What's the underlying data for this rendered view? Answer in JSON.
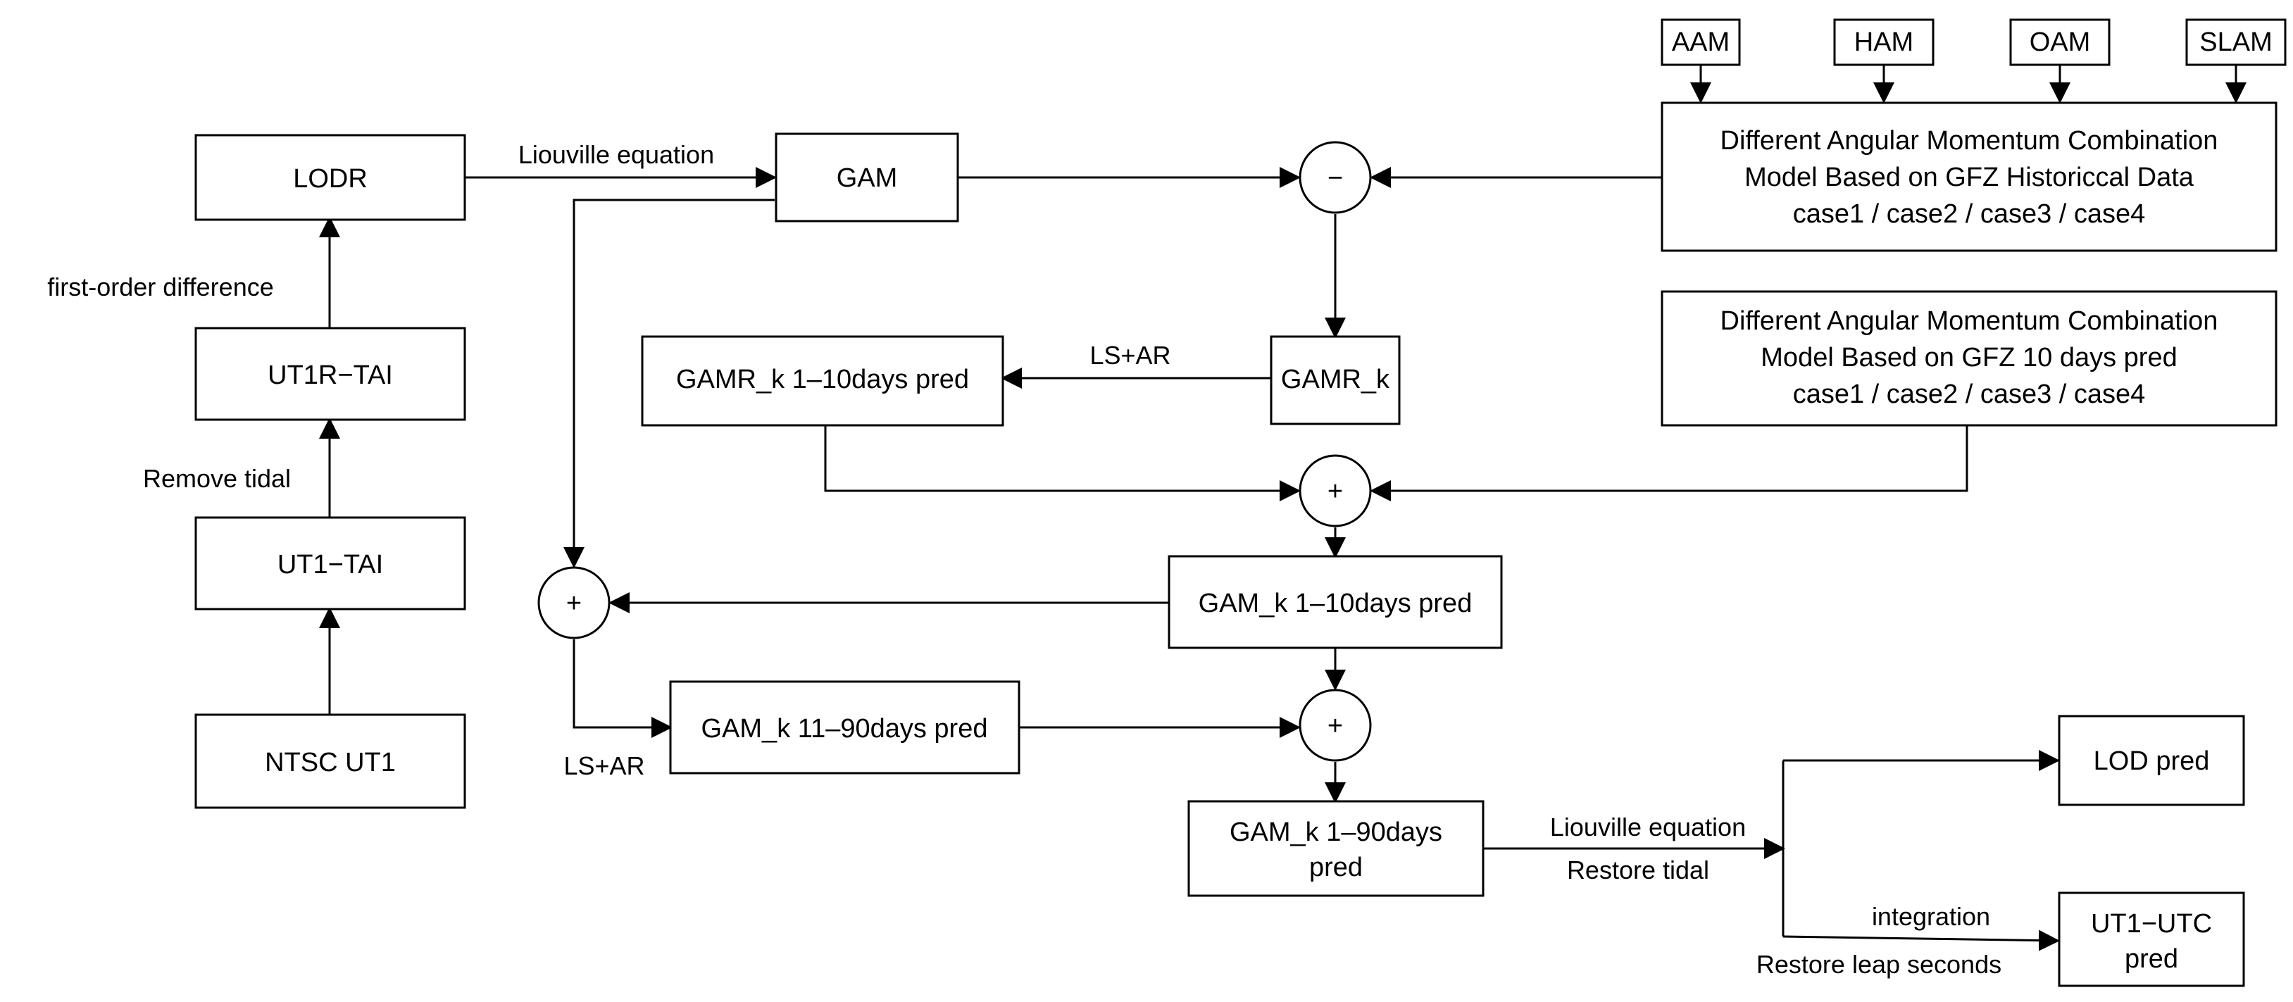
{
  "nodes": {
    "aam": "AAM",
    "ham": "HAM",
    "oam": "OAM",
    "slam": "SLAM",
    "combo_hist": [
      "Different Angular Momentum Combination",
      "Model Based on GFZ Historiccal  Data",
      "case1 / case2 / case3 / case4"
    ],
    "combo_pred": [
      "Different Angular Momentum Combination",
      "Model Based on GFZ 10 days pred",
      "case1 / case2 / case3 / case4"
    ],
    "lodr": "LODR",
    "ut1r_tai": "UT1R−TAI",
    "ut1_tai": "UT1−TAI",
    "ntsc_ut1": "NTSC UT1",
    "gam": "GAM",
    "gamr_k": "GAMR_k",
    "gamr_k_pred": "GAMR_k 1–10days pred",
    "gam_k_1_10": "GAM_k 1–10days pred",
    "gam_k_11_90": "GAM_k 11–90days pred",
    "gam_k_1_90": [
      "GAM_k 1–90days",
      "pred"
    ],
    "lod_pred": "LOD pred",
    "ut1_utc_pred": [
      "UT1−UTC",
      "pred"
    ]
  },
  "operators": {
    "minus": "−",
    "plus": "+"
  },
  "edge_labels": {
    "liouville_top": "Liouville equation",
    "first_order_difference": "first-order difference",
    "remove_tidal": "Remove tidal",
    "ls_ar_top": "LS+AR",
    "ls_ar_bottom": "LS+AR",
    "liouville_bottom": "Liouville equation",
    "restore_tidal": "Restore tidal",
    "integration": "integration",
    "restore_leap_seconds": "Restore leap seconds"
  }
}
